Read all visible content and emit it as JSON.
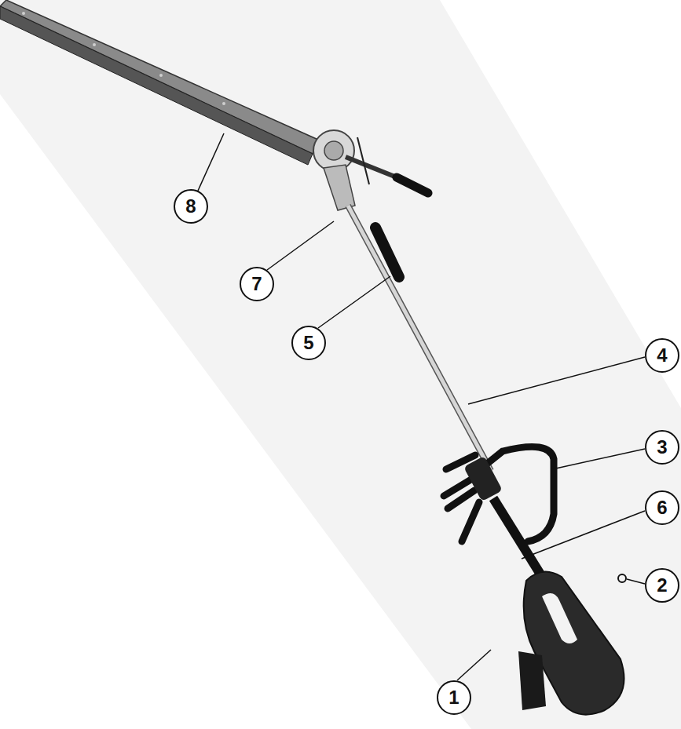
{
  "diagram": {
    "nodes": [
      {
        "text": [
          "8"
        ]
      },
      {
        "text": [
          "7"
        ]
      },
      {
        "text": [
          "5"
        ]
      },
      {
        "text": [
          "4"
        ]
      },
      {
        "text": [
          "3"
        ]
      },
      {
        "text": [
          "6"
        ]
      },
      {
        "text": [
          "2"
        ]
      },
      {
        "text": [
          "1"
        ]
      }
    ]
  }
}
